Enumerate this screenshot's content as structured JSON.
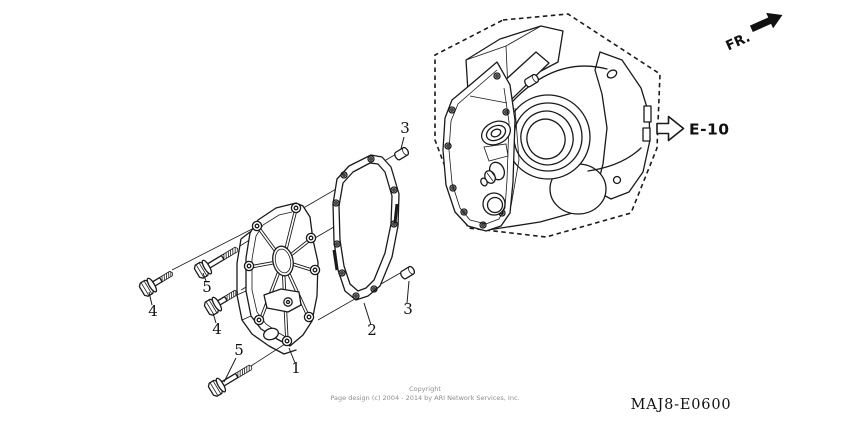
{
  "page": {
    "background_color": "#ffffff",
    "line_color": "#1a1a1a",
    "footer_text_color": "#8f8f8f"
  },
  "markers": {
    "front_direction": "FR.",
    "reference": "E-10"
  },
  "callouts": {
    "cover": "1",
    "gasket": "2",
    "pin_upper": "3",
    "pin_lower": "3",
    "bolt_left": "4",
    "bolt_mid": "4",
    "bolt_upper": "5",
    "bolt_lower": "5"
  },
  "footer": {
    "copyright_line1": "Copyright",
    "copyright_line2": "Page design (c) 2004 - 2014 by ARI Network Services, Inc.",
    "diagram_code": "MAJ8-E0600"
  }
}
